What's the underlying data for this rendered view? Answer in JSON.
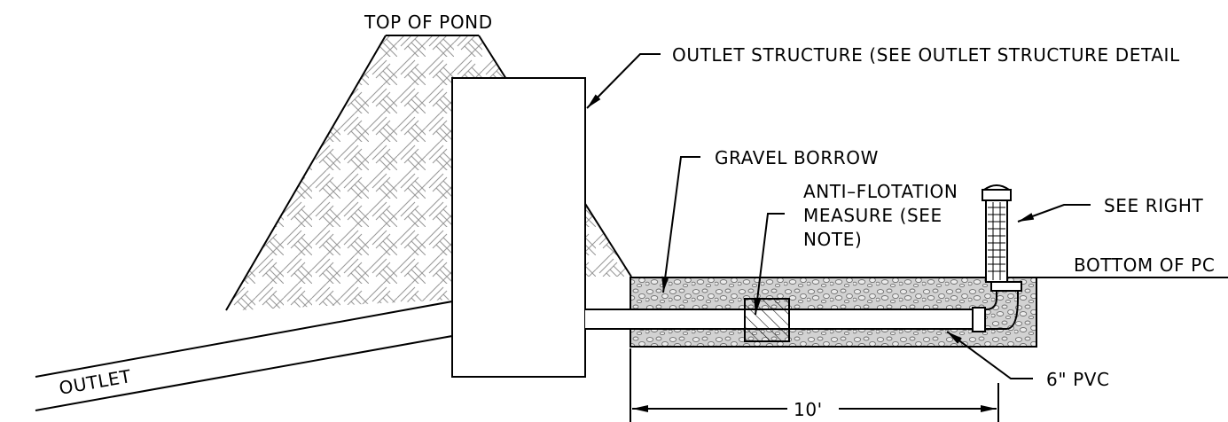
{
  "labels": {
    "top_of_pond": "TOP OF POND",
    "outlet_structure": "OUTLET STRUCTURE (SEE OUTLET STRUCTURE DETAIL",
    "gravel_borrow": "GRAVEL BORROW",
    "anti_flotation": [
      "ANTI–FLOTATION",
      "MEASURE (SEE",
      "NOTE)"
    ],
    "see_right": "SEE RIGHT",
    "bottom_of_pond": "BOTTOM OF PC",
    "pvc": "6\" PVC",
    "outlet": "OUTLET",
    "dimension": "10'"
  }
}
